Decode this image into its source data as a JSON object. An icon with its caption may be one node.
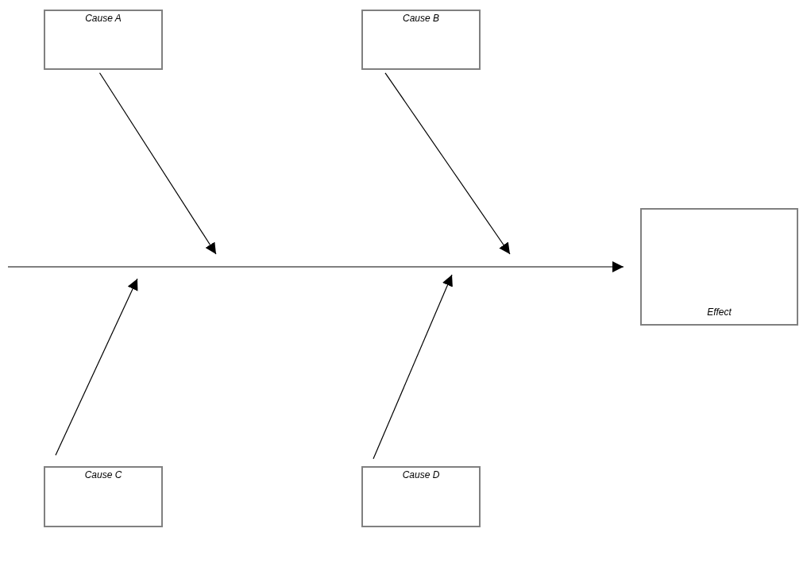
{
  "diagram": {
    "nodes": [
      {
        "text": [
          "Cause A"
        ]
      },
      {
        "text": [
          "Cause B"
        ]
      },
      {
        "text": [
          "Cause C"
        ]
      },
      {
        "text": [
          "Cause D"
        ]
      },
      {
        "text": [
          "Effect"
        ]
      }
    ],
    "edges": [
      {
        "from": 0,
        "to": null,
        "arrow": "to"
      },
      {
        "from": 1,
        "to": null,
        "arrow": "to"
      },
      {
        "from": 2,
        "to": null,
        "arrow": "to"
      },
      {
        "from": 3,
        "to": null,
        "arrow": "to"
      },
      {
        "from": null,
        "to": 4,
        "arrow": "to"
      }
    ]
  }
}
